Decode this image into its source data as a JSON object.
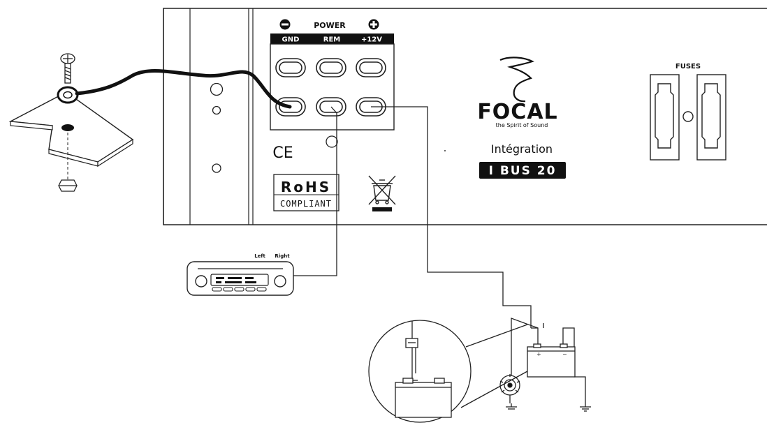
{
  "power": {
    "title": "POWER",
    "minus": "−",
    "plus": "+",
    "terminals": [
      "GND",
      "REM",
      "+12V"
    ]
  },
  "brand": {
    "name": "FOCAL",
    "tagline": "the Spirit of Sound",
    "series": "Intégration",
    "model": "I BUS 20"
  },
  "fuses": {
    "label": "FUSES"
  },
  "marks": {
    "ce": "CE",
    "rohs_top": "RoHS",
    "rohs_bottom": "COMPLIANT"
  },
  "headunit": {
    "left_label": "Left",
    "right_label": "Right"
  },
  "icons": [
    "screw-icon",
    "ring-terminal-icon",
    "nut-icon",
    "weee-bin-icon",
    "battery-icon",
    "alternator-icon",
    "ground-icon",
    "fuse-holder-icon"
  ],
  "colors": {
    "line": "#1a1a1a",
    "cable": "#111111",
    "panel": "#ffffff"
  }
}
